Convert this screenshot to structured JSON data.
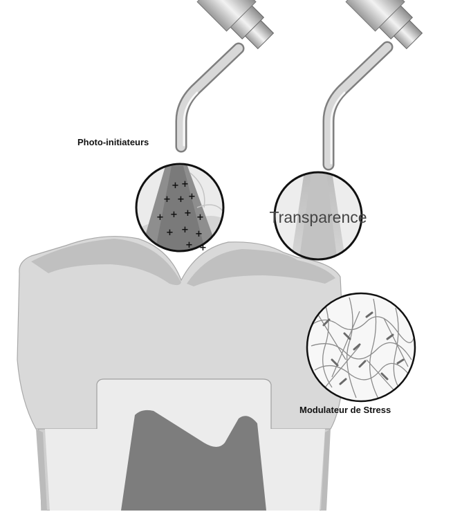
{
  "labels": {
    "photo_initiators": "Photo-initiateurs",
    "transparency": "Transparence",
    "stress_modulator": "Modulateur de Stress"
  },
  "icons": {
    "curing_light_left": "curing-light-tip",
    "curing_light_right": "curing-light-tip"
  },
  "colors": {
    "tooth_fill": "#d8d8d8",
    "enamel_fill": "#bdbdbd",
    "dentin_fill": "#eeeeee",
    "pulp_fill": "#7a7a7a",
    "circle_outline": "#111111",
    "light_cone": "#c9c9c9"
  }
}
